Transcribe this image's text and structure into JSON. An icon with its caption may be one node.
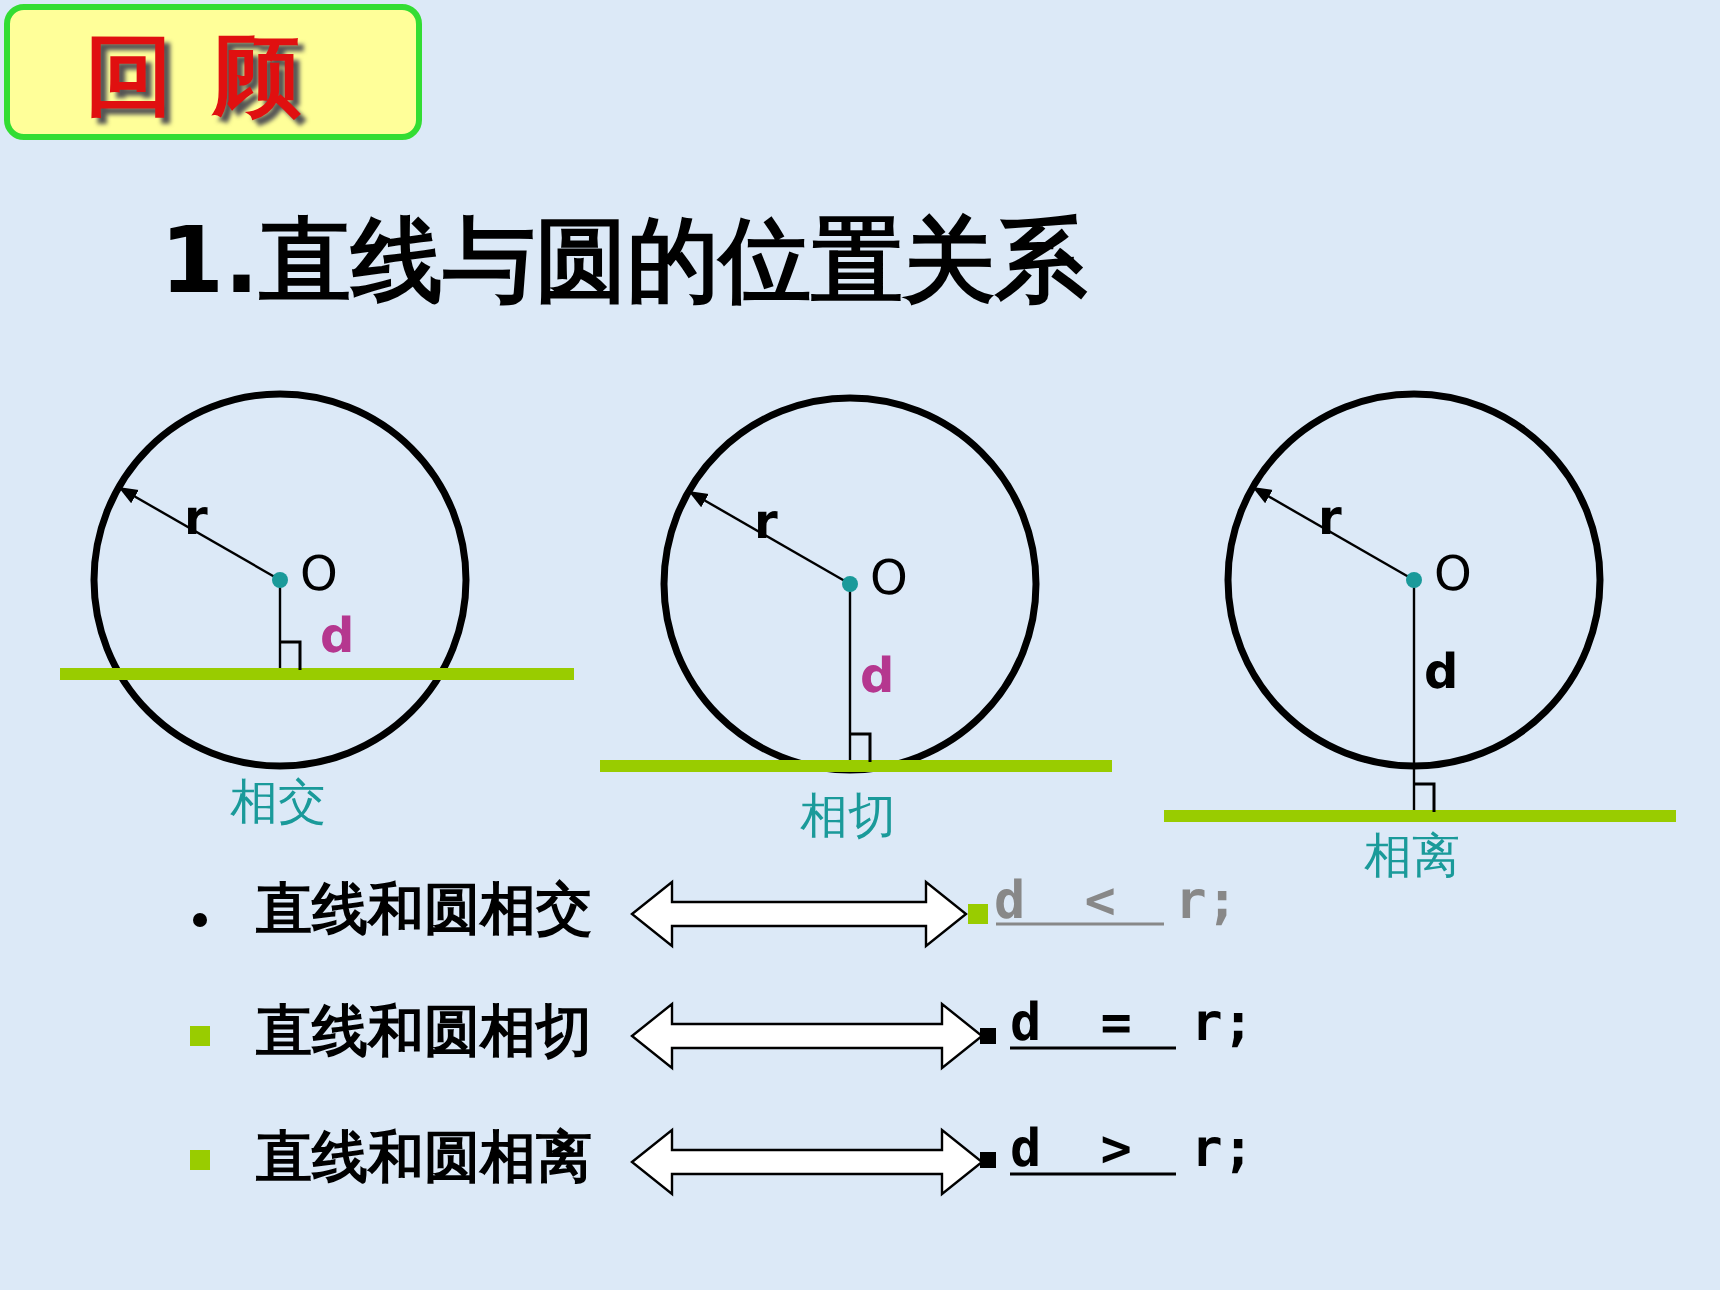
{
  "diagram": {
    "title": "1.直线与圆的位置关系",
    "nodes": [
      {
        "text": [
          "回顾"
        ]
      },
      {
        "text": [
          "直线和圆相交"
        ]
      },
      {
        "text": [
          "d < r;"
        ]
      },
      {
        "text": [
          "直线和圆相切"
        ]
      },
      {
        "text": [
          "d = r;"
        ]
      },
      {
        "text": [
          "直线和圆相离"
        ]
      },
      {
        "text": [
          "d > r;"
        ]
      }
    ],
    "edges": [
      {
        "from": 1,
        "to": 2,
        "arrow": "both"
      },
      {
        "from": 3,
        "to": 4,
        "arrow": "both"
      },
      {
        "from": 5,
        "to": 6,
        "arrow": "both"
      }
    ],
    "labels": [
      "r",
      "O",
      "d",
      "相交",
      "r",
      "O",
      "d",
      "相切",
      "r",
      "O",
      "d",
      "相离"
    ]
  }
}
